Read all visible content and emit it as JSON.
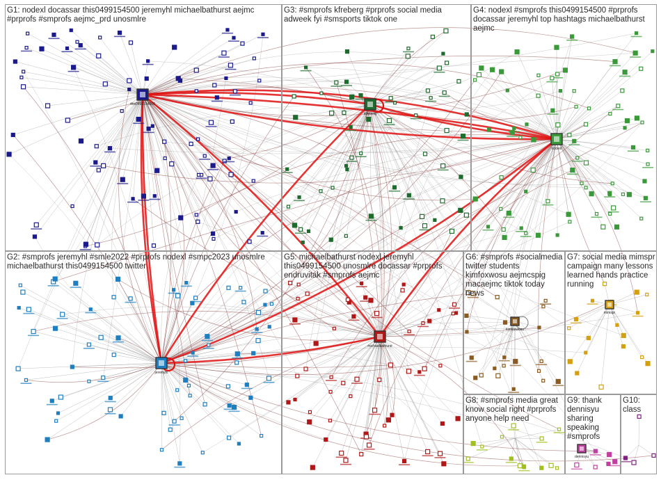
{
  "groups": [
    {
      "id": "G1",
      "label": "G1: nodexl docassar this0499154500 jeremyhl michaelbathurst aejmc #prprofs #smprofs aejmc_prd unosmlre",
      "color": "#1a1a8c"
    },
    {
      "id": "G2",
      "label": "G2: #smprofs jeremyhl #smle2022 #prprofs nodexl #smpc2023 unosmlre michaelbathurst this0499154500 twitter",
      "color": "#1e7fc0"
    },
    {
      "id": "G3",
      "label": "G3: #smprofs kfreberg #prprofs social media adweek fyi #smsports tiktok one",
      "color": "#1f6b2e"
    },
    {
      "id": "G4",
      "label": "G4: nodexl #smprofs this0499154500 #prprofs docassar jeremyhl top hashtags michaelbathurst aejmc",
      "color": "#3a9a3a"
    },
    {
      "id": "G5",
      "label": "G5: michaelbathurst nodexl jeremyhl this0499154500 unosmlre docassar #prprofs endruvitak #smprofs aejmc",
      "color": "#b01818"
    },
    {
      "id": "G6",
      "label": "G6: #smprofs #socialmedia twitter students kimfoxwosu aejmcspig macaejmc tiktok today news",
      "color": "#8a5a20"
    },
    {
      "id": "G7",
      "label": "G7: social media mimspr campaign many lessons learned hands practice running",
      "color": "#d4a010"
    },
    {
      "id": "G8",
      "label": "G8: #smprofs media great know social right #prprofs anyone help need",
      "color": "#a0c020"
    },
    {
      "id": "G9",
      "label": "G9: thank dennisyu sharing speaking #smprofs",
      "color": "#c040a0"
    },
    {
      "id": "G10",
      "label": "G10: class",
      "color": "#802080"
    }
  ],
  "hubs": [
    {
      "name": "this0499154500",
      "group": "G1"
    },
    {
      "name": "kfreberg",
      "group": "G3"
    },
    {
      "name": "nodexl",
      "group": "G4"
    },
    {
      "name": "jeremyhl",
      "group": "G2"
    },
    {
      "name": "michaelbathurst",
      "group": "G5"
    },
    {
      "name": "kimfoxwosu",
      "group": "G6"
    },
    {
      "name": "mimspr",
      "group": "G7"
    },
    {
      "name": "dennisyu",
      "group": "G9"
    }
  ]
}
